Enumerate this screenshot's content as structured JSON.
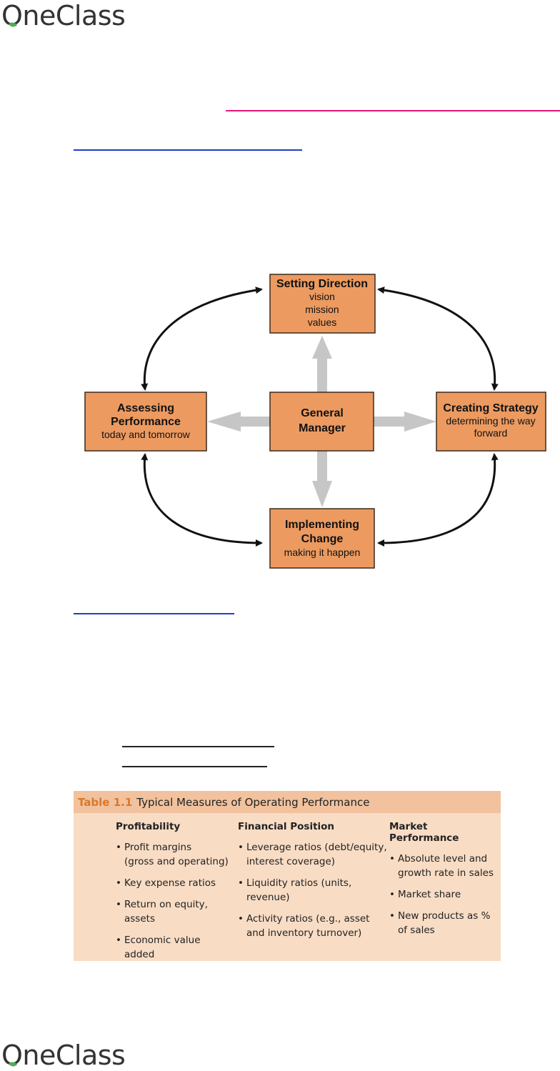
{
  "header": {
    "logo_text": "OneClass"
  },
  "footer": {
    "logo_text": "OneClass"
  },
  "diagram": {
    "boxes": {
      "top": {
        "title": "Setting Direction",
        "lines": [
          "vision",
          "mission",
          "values"
        ]
      },
      "left": {
        "title_lines": [
          "Assessing",
          "Performance"
        ],
        "sub": "today and tomorrow"
      },
      "center": {
        "title_lines": [
          "General",
          "Manager"
        ]
      },
      "right": {
        "title": "Creating Strategy",
        "sub_lines": [
          "determining the way",
          "forward"
        ]
      },
      "bottom": {
        "title_lines": [
          "Implementing",
          "Change"
        ],
        "sub": "making it happen"
      }
    },
    "colors": {
      "box_fill": "#ec9a60",
      "box_border": "#3a2a1a",
      "arrow_black": "#111111",
      "arrow_gray": "#c6c6c6"
    }
  },
  "table": {
    "label": "Table 1.1",
    "title": "Typical Measures of Operating Performance",
    "columns": [
      {
        "header": "Profitability",
        "items": [
          "Profit margins\n(gross and operating)",
          "Key expense ratios",
          "Return on equity,\nassets",
          "Economic value\nadded"
        ]
      },
      {
        "header": "Financial Position",
        "items": [
          "Leverage ratios (debt/equity,\ninterest coverage)",
          "Liquidity ratios (units, revenue)",
          "Activity ratios (e.g., asset\nand inventory turnover)"
        ]
      },
      {
        "header": "Market Performance",
        "items": [
          "Absolute level and\ngrowth rate in sales",
          "Market share",
          "New products as %\nof sales"
        ]
      }
    ],
    "colors": {
      "background": "#f8dcc4",
      "header_bg": "#f1c29d",
      "label": "#d9782d"
    }
  },
  "annotations": {
    "pink": "#e8177a",
    "blue": "#1f3fbf",
    "black": "#222222"
  }
}
